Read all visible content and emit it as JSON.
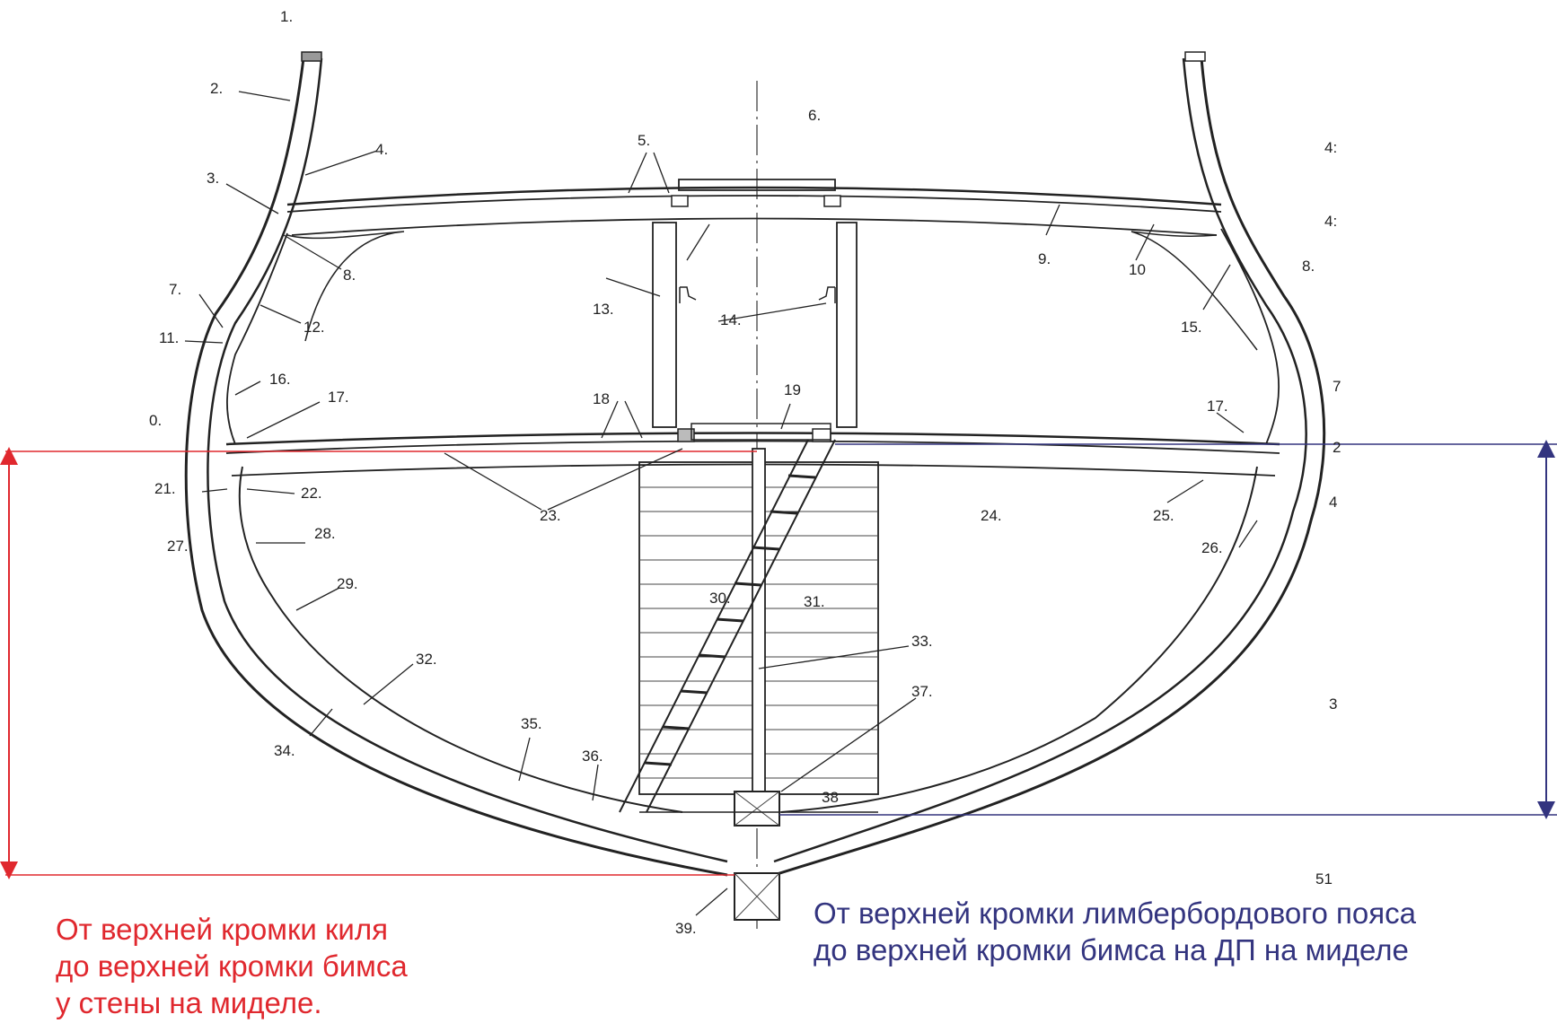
{
  "labels": {
    "l1": "1.",
    "l2": "2.",
    "l3": "3.",
    "l4": "4.",
    "l5": "5.",
    "l6": "6.",
    "l7": "7.",
    "l8": "8.",
    "l8r": "8.",
    "l9": "9.",
    "l10": "10",
    "l11": "11.",
    "l12": "12.",
    "l13": "13.",
    "l14": "14.",
    "l15": "15.",
    "l16": "16.",
    "l17": "17.",
    "l17r": "17.",
    "l18": "18",
    "l19": "19",
    "l20": "0.",
    "l21": "21.",
    "l22": "22.",
    "l23": "23.",
    "l24": "24.",
    "l25": "25.",
    "l26": "26.",
    "l27": "27.",
    "l28": "28.",
    "l29": "29.",
    "l30": "30.",
    "l31": "31.",
    "l32": "32.",
    "l33": "33.",
    "l34": "34.",
    "l35": "35.",
    "l36": "36.",
    "l37": "37.",
    "l38": "38",
    "l39": "39.",
    "r42": "4:",
    "r43": "4:",
    "r7": "7",
    "r2": "2",
    "r4": "4",
    "r3": "3",
    "r51": "51"
  },
  "captions": {
    "red": "От верхней кромки киля\nдо верхней кромки бимса\nу стены на миделе.",
    "blue": "От верхней кромки лимбербордового пояса\nдо верхней кромки бимса на ДП на миделе"
  },
  "colors": {
    "red": "#e0282e",
    "blue": "#33347f",
    "ink": "#222222"
  }
}
